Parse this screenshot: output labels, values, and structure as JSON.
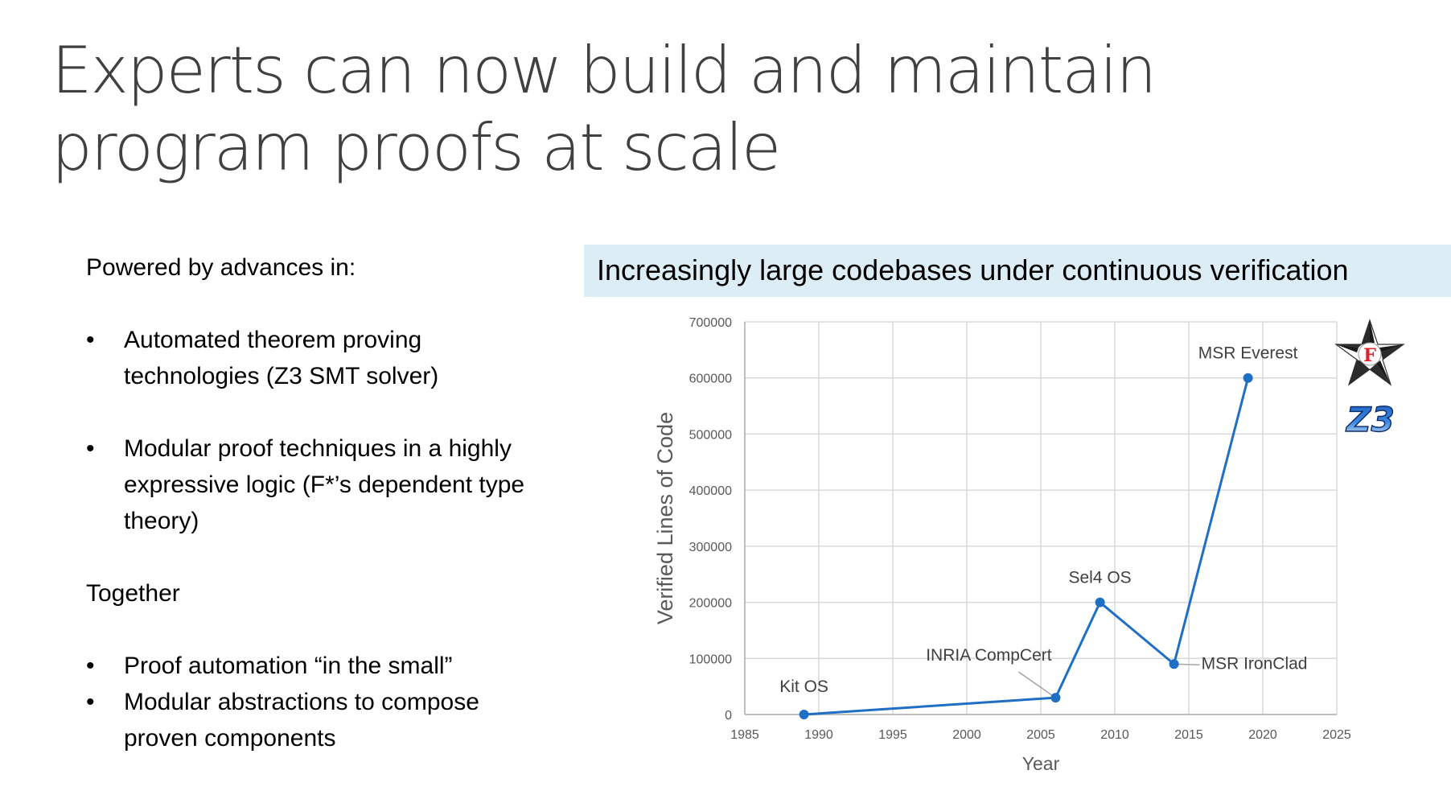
{
  "slide": {
    "title_lines": [
      "Experts can now build and maintain",
      "program proofs at scale"
    ]
  },
  "left_column": {
    "intro": "Powered by advances in:",
    "advances": [
      {
        "lines": [
          "Automated theorem proving",
          "technologies (Z3 SMT solver)"
        ]
      },
      {
        "lines": [
          "Modular proof techniques in a highly",
          "expressive logic (F*’s dependent type",
          "theory)"
        ]
      }
    ],
    "together_heading": "Together",
    "together_items": [
      {
        "lines": [
          "Proof automation “in the small”"
        ]
      },
      {
        "lines": [
          "Modular abstractions to compose",
          "proven components"
        ]
      }
    ],
    "bullet_glyph": "•"
  },
  "banner": {
    "text": "Increasingly large codebases under continuous verification",
    "background": "#dcedf6"
  },
  "logos": [
    {
      "name": "fstar-star-logo",
      "letter": "F"
    },
    {
      "name": "z3-logo",
      "text": "Z3"
    }
  ],
  "chart_data": {
    "type": "line",
    "title": "",
    "xlabel": "Year",
    "ylabel": "Verified Lines of Code",
    "xlim": [
      1985,
      2025
    ],
    "ylim": [
      0,
      700000
    ],
    "x_ticks": [
      1985,
      1990,
      1995,
      2000,
      2005,
      2010,
      2015,
      2020,
      2025
    ],
    "y_ticks": [
      0,
      100000,
      200000,
      300000,
      400000,
      500000,
      600000,
      700000
    ],
    "grid": true,
    "legend": null,
    "series": [
      {
        "name": "Verified Lines of Code",
        "color": "#1f6fc5",
        "points": [
          {
            "x": 1989,
            "y": 0,
            "label": "Kit OS"
          },
          {
            "x": 2006,
            "y": 30000,
            "label": "INRIA CompCert"
          },
          {
            "x": 2009,
            "y": 200000,
            "label": "Sel4 OS"
          },
          {
            "x": 2014,
            "y": 90000,
            "label": "MSR IronClad"
          },
          {
            "x": 2019,
            "y": 600000,
            "label": "MSR Everest"
          }
        ]
      }
    ]
  }
}
